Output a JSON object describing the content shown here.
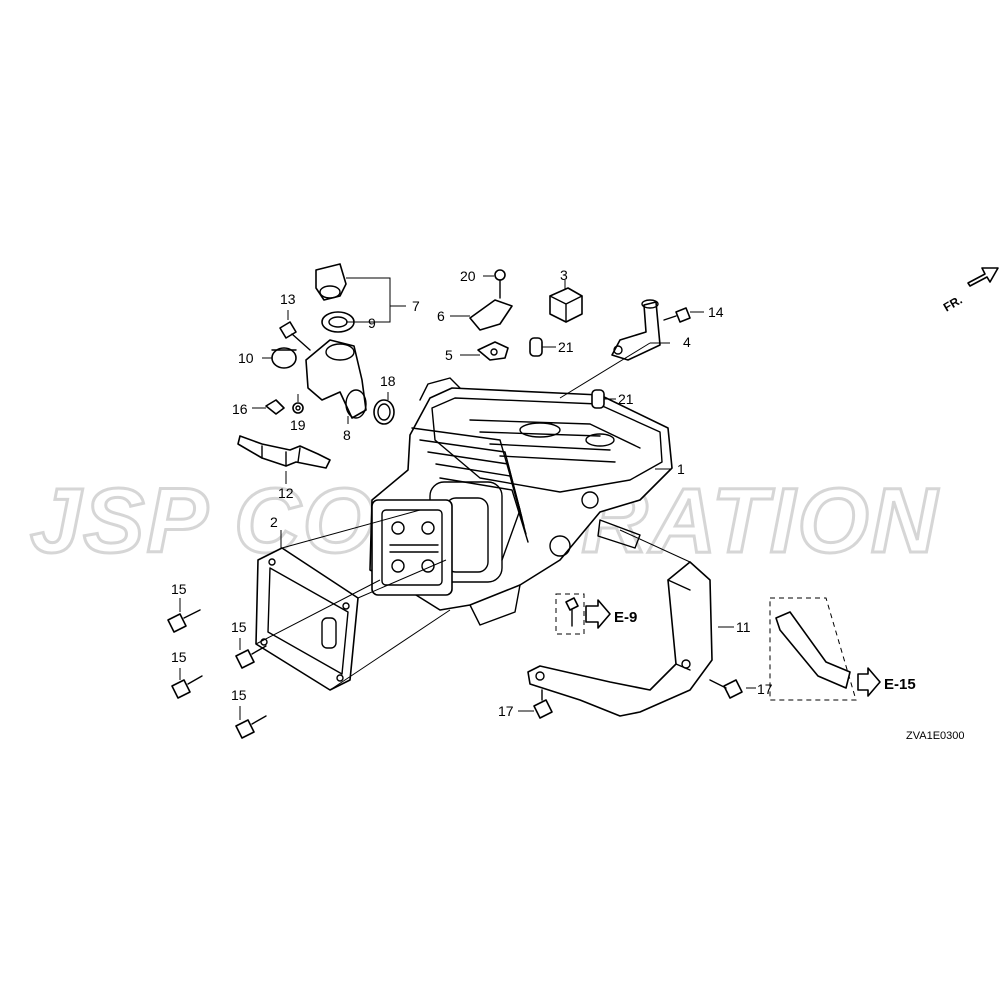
{
  "watermark": "JSP CORPORATION",
  "direction_label": "FR.",
  "diagram_code": "ZVA1E0300",
  "references": {
    "e9": "E-9",
    "e15": "E-15"
  },
  "callouts": {
    "c1": "1",
    "c2": "2",
    "c3": "3",
    "c4": "4",
    "c5": "5",
    "c6": "6",
    "c7": "7",
    "c8": "8",
    "c9": "9",
    "c10": "10",
    "c11": "11",
    "c12": "12",
    "c13": "13",
    "c14": "14",
    "c15a": "15",
    "c15b": "15",
    "c15c": "15",
    "c15d": "15",
    "c16": "16",
    "c17a": "17",
    "c17b": "17",
    "c18": "18",
    "c19": "19",
    "c20": "20",
    "c21a": "21",
    "c21b": "21"
  }
}
